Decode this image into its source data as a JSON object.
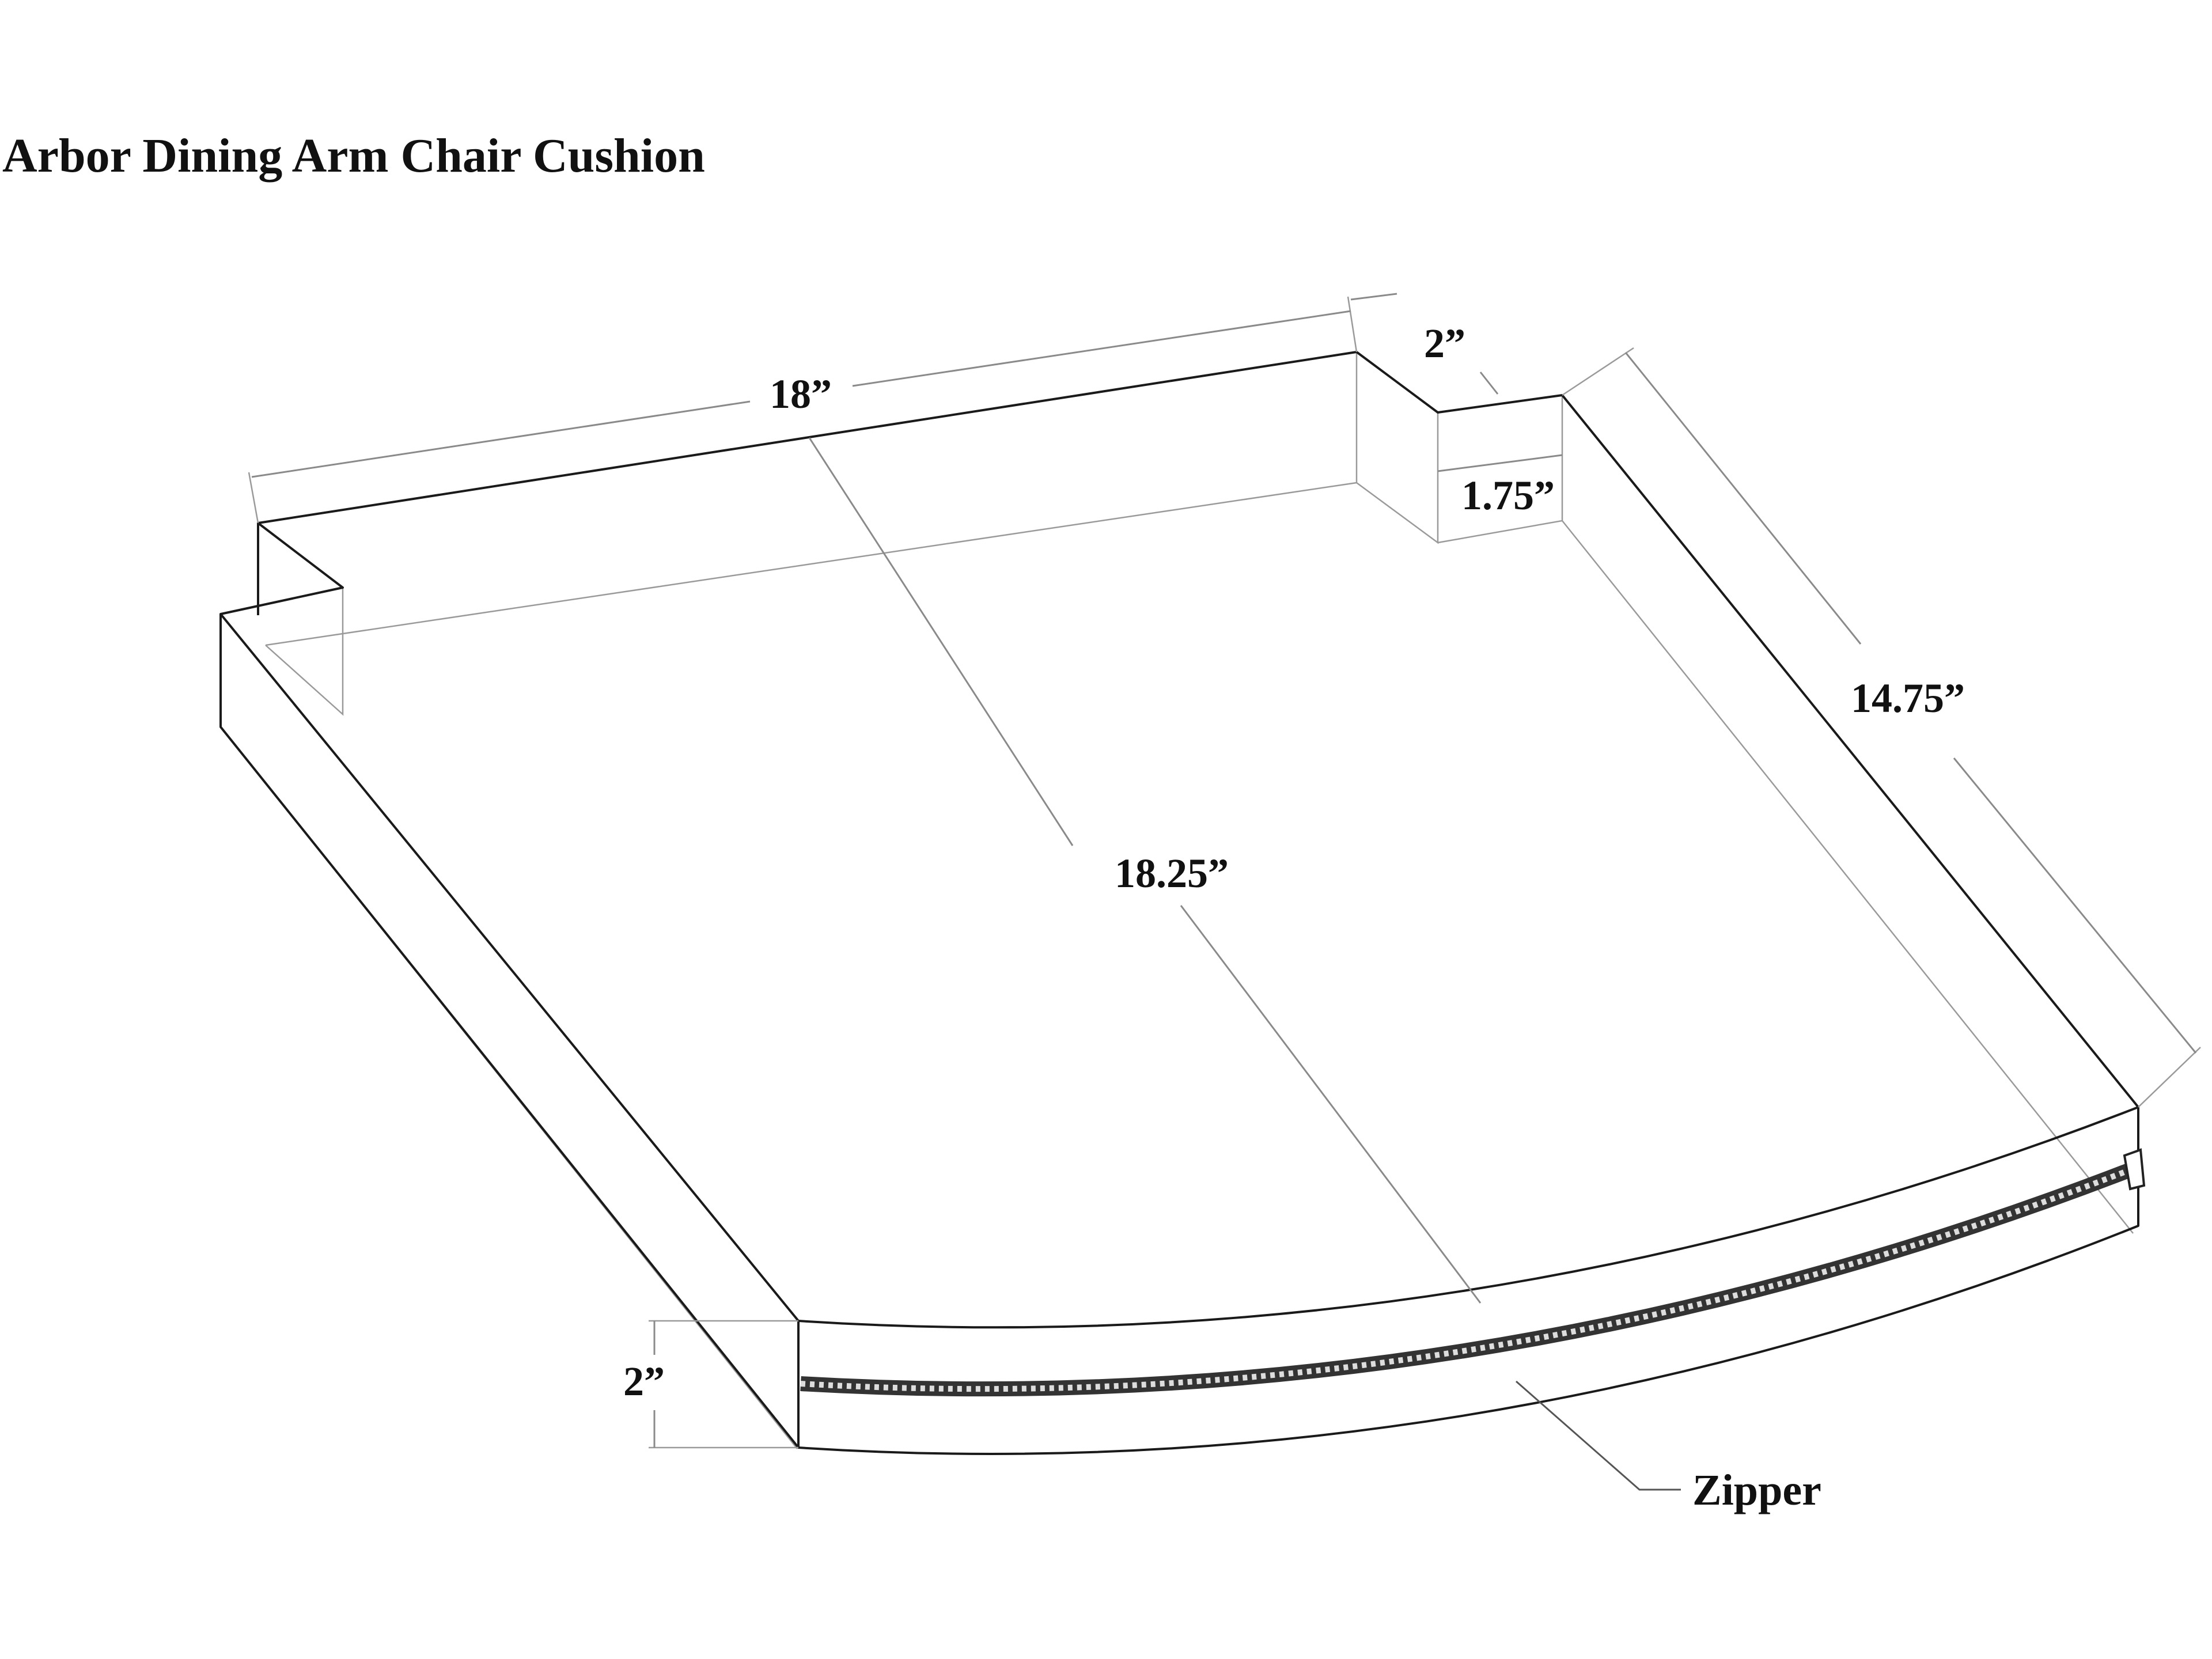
{
  "title": "Arbor Dining Arm Chair Cushion",
  "dimensions": {
    "width_top": "18”",
    "notch_width": "2”",
    "notch_depth": "1.75”",
    "side_depth": "14.75”",
    "center_depth": "18.25”",
    "thickness": "2”"
  },
  "callouts": {
    "zipper": "Zipper"
  },
  "colors": {
    "line": "#1a1a1a",
    "dimension_line": "#8a8a8a",
    "background": "#ffffff"
  }
}
